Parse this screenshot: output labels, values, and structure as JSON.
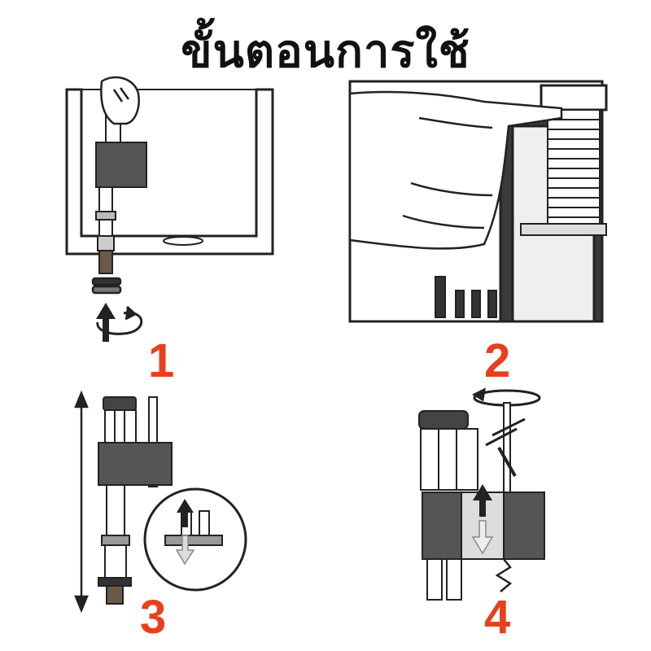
{
  "title": "ขั้นตอนการใช้",
  "accent_color": "#e8401c",
  "steps": [
    {
      "number": "1"
    },
    {
      "number": "2"
    },
    {
      "number": "3"
    },
    {
      "number": "4"
    }
  ],
  "icons": [
    "rotate-arrow-icon",
    "up-arrow-icon",
    "down-arrow-icon",
    "height-dimension-icon"
  ]
}
